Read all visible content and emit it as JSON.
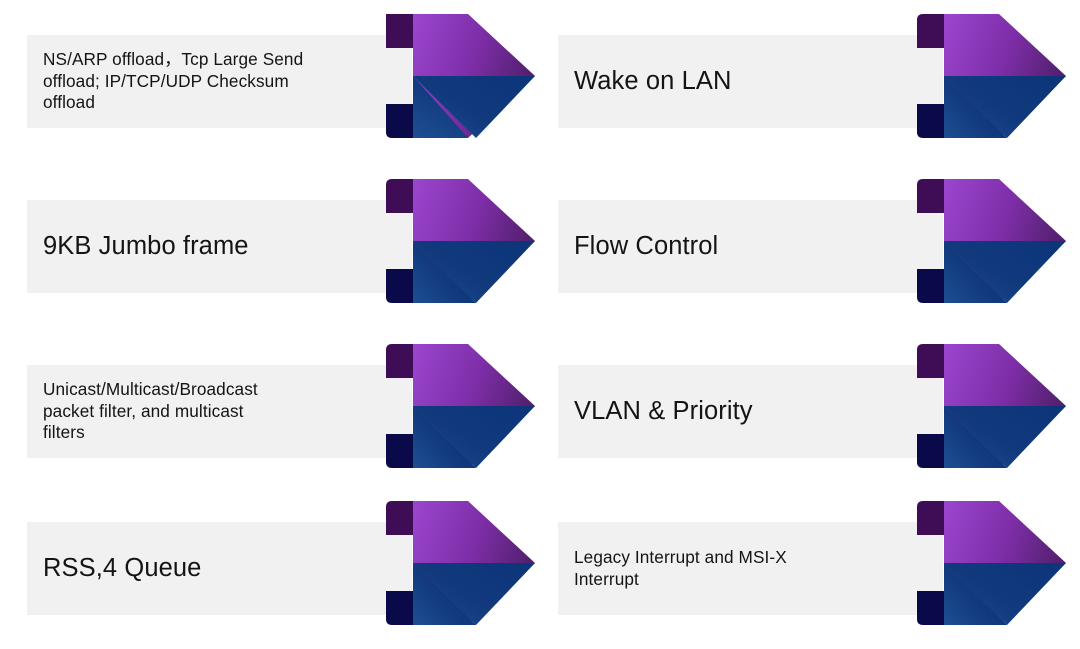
{
  "diagram": {
    "type": "smartart-process-chevron",
    "title": "Feature list chevron diagram",
    "background_color": "#ffffff",
    "plate_color": "#f1f1f1",
    "text_color": "#141414",
    "accent_colors": {
      "purple_light": "#8e3fbe",
      "purple_mid": "#7a2e9e",
      "purple_dark": "#3e0d56",
      "purple_shadow": "#2e0a43",
      "blue_light": "#18529b",
      "blue_mid": "#113d80",
      "blue_dark": "#0a2f6e",
      "blue_shadow": "#0a0a4a"
    },
    "columns": 2,
    "rows": 4,
    "items": [
      {
        "id": "ns-arp-offload",
        "label": "NS/ARP offload，Tcp Large Send\noffload; IP/TCP/UDP Checksum\noffload",
        "column": "left",
        "row": 1,
        "size": "small"
      },
      {
        "id": "wake-on-lan",
        "label": "Wake on LAN",
        "column": "right",
        "row": 1,
        "size": "large"
      },
      {
        "id": "jumbo-frame",
        "label": "9KB Jumbo frame",
        "column": "left",
        "row": 2,
        "size": "large"
      },
      {
        "id": "flow-control",
        "label": "Flow Control",
        "column": "right",
        "row": 2,
        "size": "large"
      },
      {
        "id": "packet-filter",
        "label": "Unicast/Multicast/Broadcast\npacket filter, and multicast\nfilters",
        "column": "left",
        "row": 3,
        "size": "small"
      },
      {
        "id": "vlan-priority",
        "label": "VLAN & Priority",
        "column": "right",
        "row": 3,
        "size": "large"
      },
      {
        "id": "rss-queue",
        "label": "RSS,4 Queue",
        "column": "left",
        "row": 4,
        "size": "large"
      },
      {
        "id": "interrupts",
        "label": "Legacy Interrupt and MSI-X\nInterrupt",
        "column": "right",
        "row": 4,
        "size": "small"
      }
    ]
  }
}
